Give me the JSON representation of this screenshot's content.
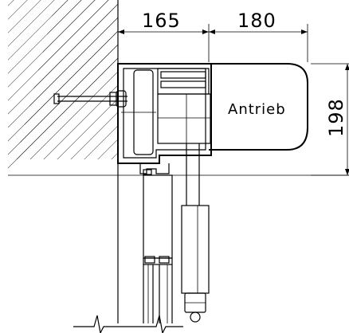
{
  "dimensions": {
    "width_left": "165",
    "width_right": "180",
    "height": "198"
  },
  "labels": {
    "drive": "Antrieb"
  }
}
